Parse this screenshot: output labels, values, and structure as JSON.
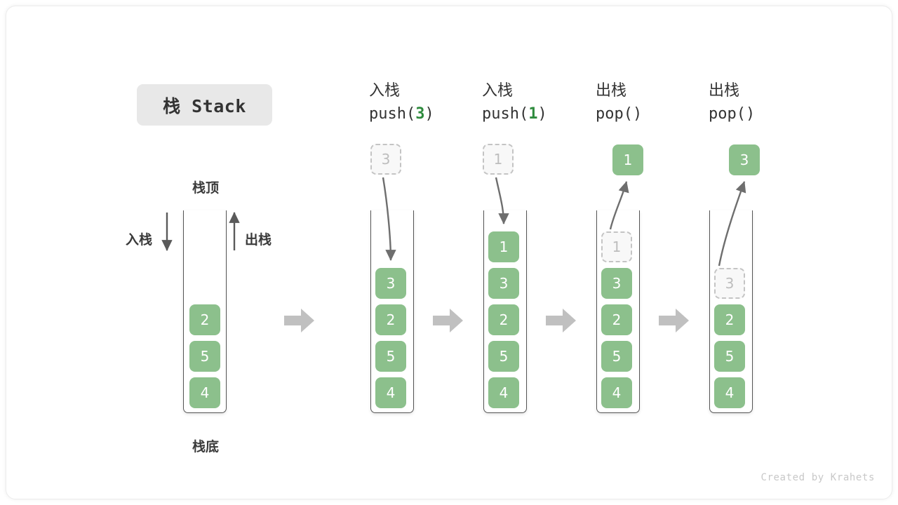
{
  "title": {
    "text": "栈 Stack"
  },
  "labels": {
    "stack_top": "栈顶",
    "stack_bottom": "栈底",
    "push_side": "入栈",
    "pop_side": "出栈"
  },
  "watermark": "Created by Krahets",
  "colors": {
    "element_green": "#8cc08c",
    "arg_green": "#2e8b3d",
    "ghost_border": "#c4c4c4",
    "ghost_text": "#bdbdbd",
    "tube_stroke": "#555555",
    "block_arrow": "#c0c0c0",
    "curve_arrow": "#6e6e6e",
    "title_chip_bg": "#e8e8e8",
    "text_dark": "#333333"
  },
  "stages": [
    {
      "id": "initial",
      "head_line1": "",
      "head_line2": "",
      "head_arg": "",
      "stack": [
        "2",
        "5",
        "4"
      ],
      "ghost_in_stack": null,
      "floating": null
    },
    {
      "id": "push-3",
      "head_line1": "入栈",
      "head_line2_pre": "push(",
      "head_arg": "3",
      "head_line2_post": ")",
      "stack": [
        "3",
        "2",
        "5",
        "4"
      ],
      "ghost_in_stack": null,
      "floating": {
        "value": "3",
        "kind": "ghost",
        "direction": "down"
      }
    },
    {
      "id": "push-1",
      "head_line1": "入栈",
      "head_line2_pre": "push(",
      "head_arg": "1",
      "head_line2_post": ")",
      "stack": [
        "1",
        "3",
        "2",
        "5",
        "4"
      ],
      "ghost_in_stack": null,
      "floating": {
        "value": "1",
        "kind": "ghost",
        "direction": "down"
      }
    },
    {
      "id": "pop-1",
      "head_line1": "出栈",
      "head_line2_pre": "pop(",
      "head_arg": "",
      "head_line2_post": ")",
      "stack": [
        "3",
        "2",
        "5",
        "4"
      ],
      "ghost_in_stack": {
        "value": "1",
        "slot": 0
      },
      "floating": {
        "value": "1",
        "kind": "solid",
        "direction": "up"
      }
    },
    {
      "id": "pop-3",
      "head_line1": "出栈",
      "head_line2_pre": "pop(",
      "head_arg": "",
      "head_line2_post": ")",
      "stack": [
        "2",
        "5",
        "4"
      ],
      "ghost_in_stack": {
        "value": "3",
        "slot": 1
      },
      "floating": {
        "value": "3",
        "kind": "solid",
        "direction": "up"
      }
    }
  ]
}
